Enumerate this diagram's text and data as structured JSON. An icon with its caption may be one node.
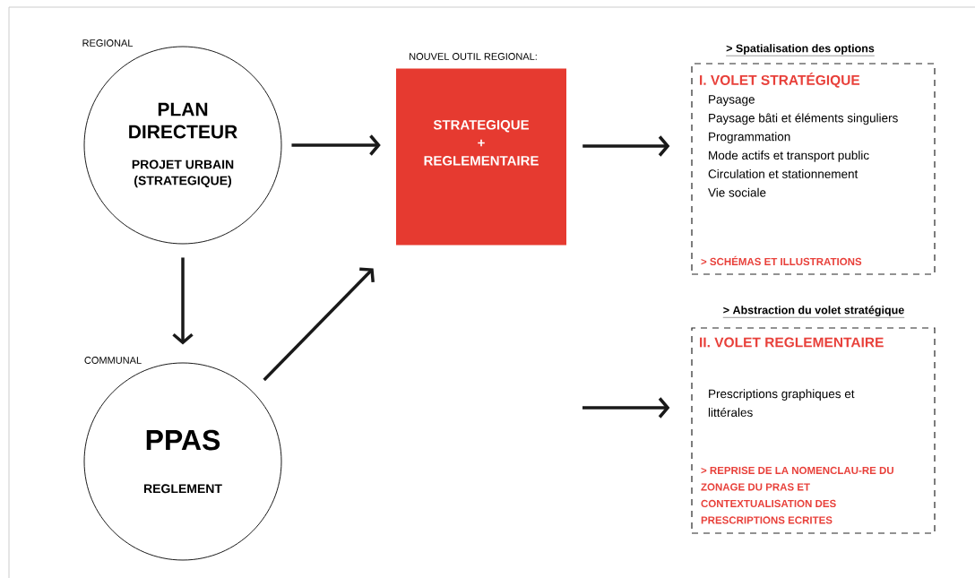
{
  "diagram": {
    "nodes": [
      {
        "text": [
          "PLAN DIRECTEUR",
          "PROJET URBAIN (STRATEGIQUE)"
        ],
        "beside": [
          "REGIONAL"
        ]
      },
      {
        "text": [
          "PPAS",
          "REGLEMENT"
        ],
        "beside": [
          "COMMUNAL"
        ]
      },
      {
        "text": [
          "STRATEGIQUE",
          "+",
          "REGLEMENTAIRE"
        ],
        "beside": [
          "NOUVEL OUTIL REGIONAL:"
        ]
      },
      {
        "text": [
          "I. VOLET STRATÉGIQUE",
          "Paysage",
          "Paysage bâti et éléments singuliers",
          "Programmation",
          "Mode actifs et transport public",
          "Circulation et stationnement",
          "Vie sociale",
          "> SCHÉMAS ET ILLUSTRATIONS"
        ],
        "beside": [
          "> Spatialisation des options"
        ]
      },
      {
        "text": [
          "II. VOLET REGLEMENTAIRE",
          "Prescriptions graphiques et littérales",
          "> REPRISE DE LA NOMENCLAU-RE DU ZONAGE DU PRAS ET CONTEXTUALISATION DES PRESCRIPTIONS ECRITES"
        ],
        "beside": [
          "> Abstraction du volet stratégique"
        ]
      }
    ],
    "edges": [
      {
        "from": 0,
        "to": 2,
        "arrow": "to"
      },
      {
        "from": 0,
        "to": 1,
        "arrow": "to"
      },
      {
        "from": 1,
        "to": 2,
        "arrow": "to"
      },
      {
        "from": 2,
        "to": 3,
        "arrow": "to"
      },
      {
        "from": null,
        "to": 4,
        "arrow": "to"
      }
    ]
  }
}
